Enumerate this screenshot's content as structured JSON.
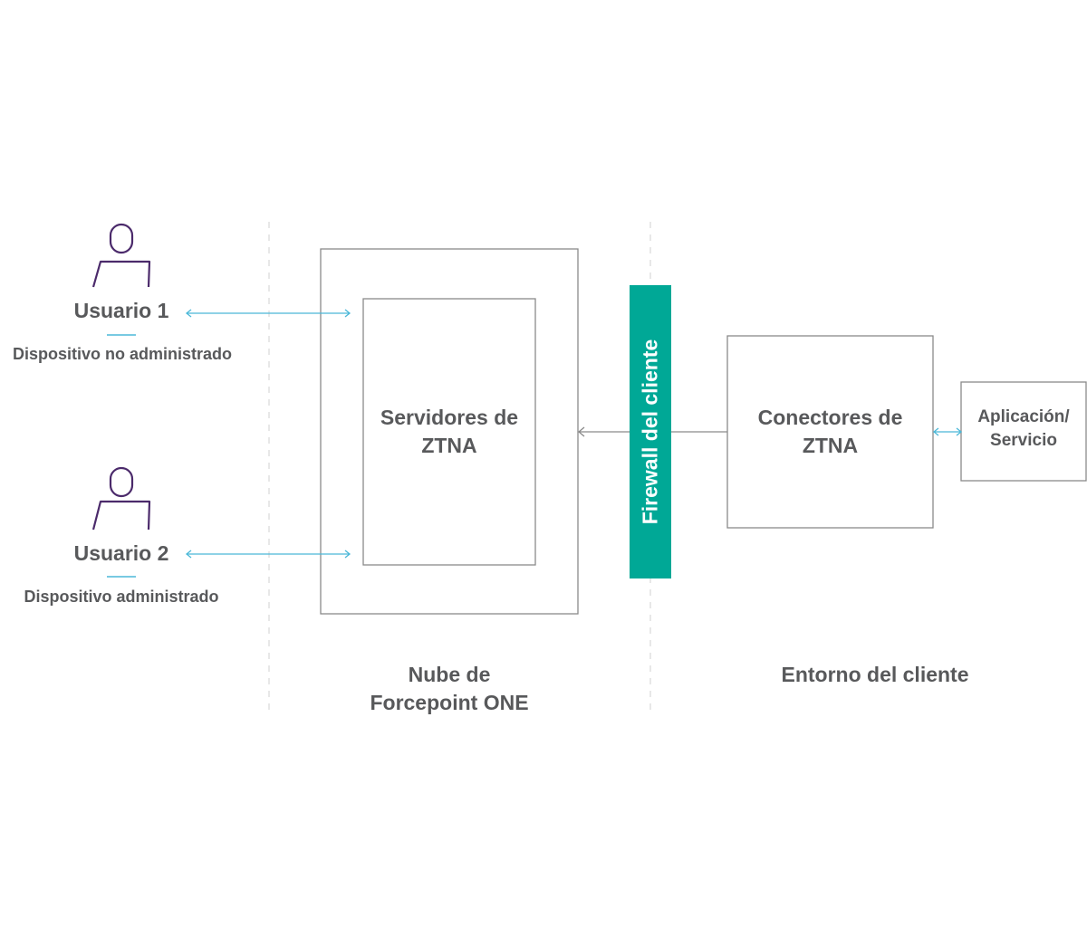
{
  "users": [
    {
      "name": "Usuario 1",
      "device": "Dispositivo no administrado"
    },
    {
      "name": "Usuario 2",
      "device": "Dispositivo administrado"
    }
  ],
  "ztna_servers": {
    "label": "Servidores de\nZTNA"
  },
  "firewall": {
    "label": "Firewall del cliente"
  },
  "ztna_connectors": {
    "label": "Conectores de\nZTNA"
  },
  "app_service": {
    "label": "Aplicación/\nServicio"
  },
  "zones": {
    "cloud": "Nube de\nForcepoint ONE",
    "customer": "Entorno del cliente"
  },
  "colors": {
    "user_icon": "#4b2a6b",
    "arrow_cyan": "#4bb8d8",
    "firewall": "#00a896",
    "box_stroke": "#8a8a8a",
    "dashed": "#d8d8d8",
    "text": "#58595b"
  }
}
